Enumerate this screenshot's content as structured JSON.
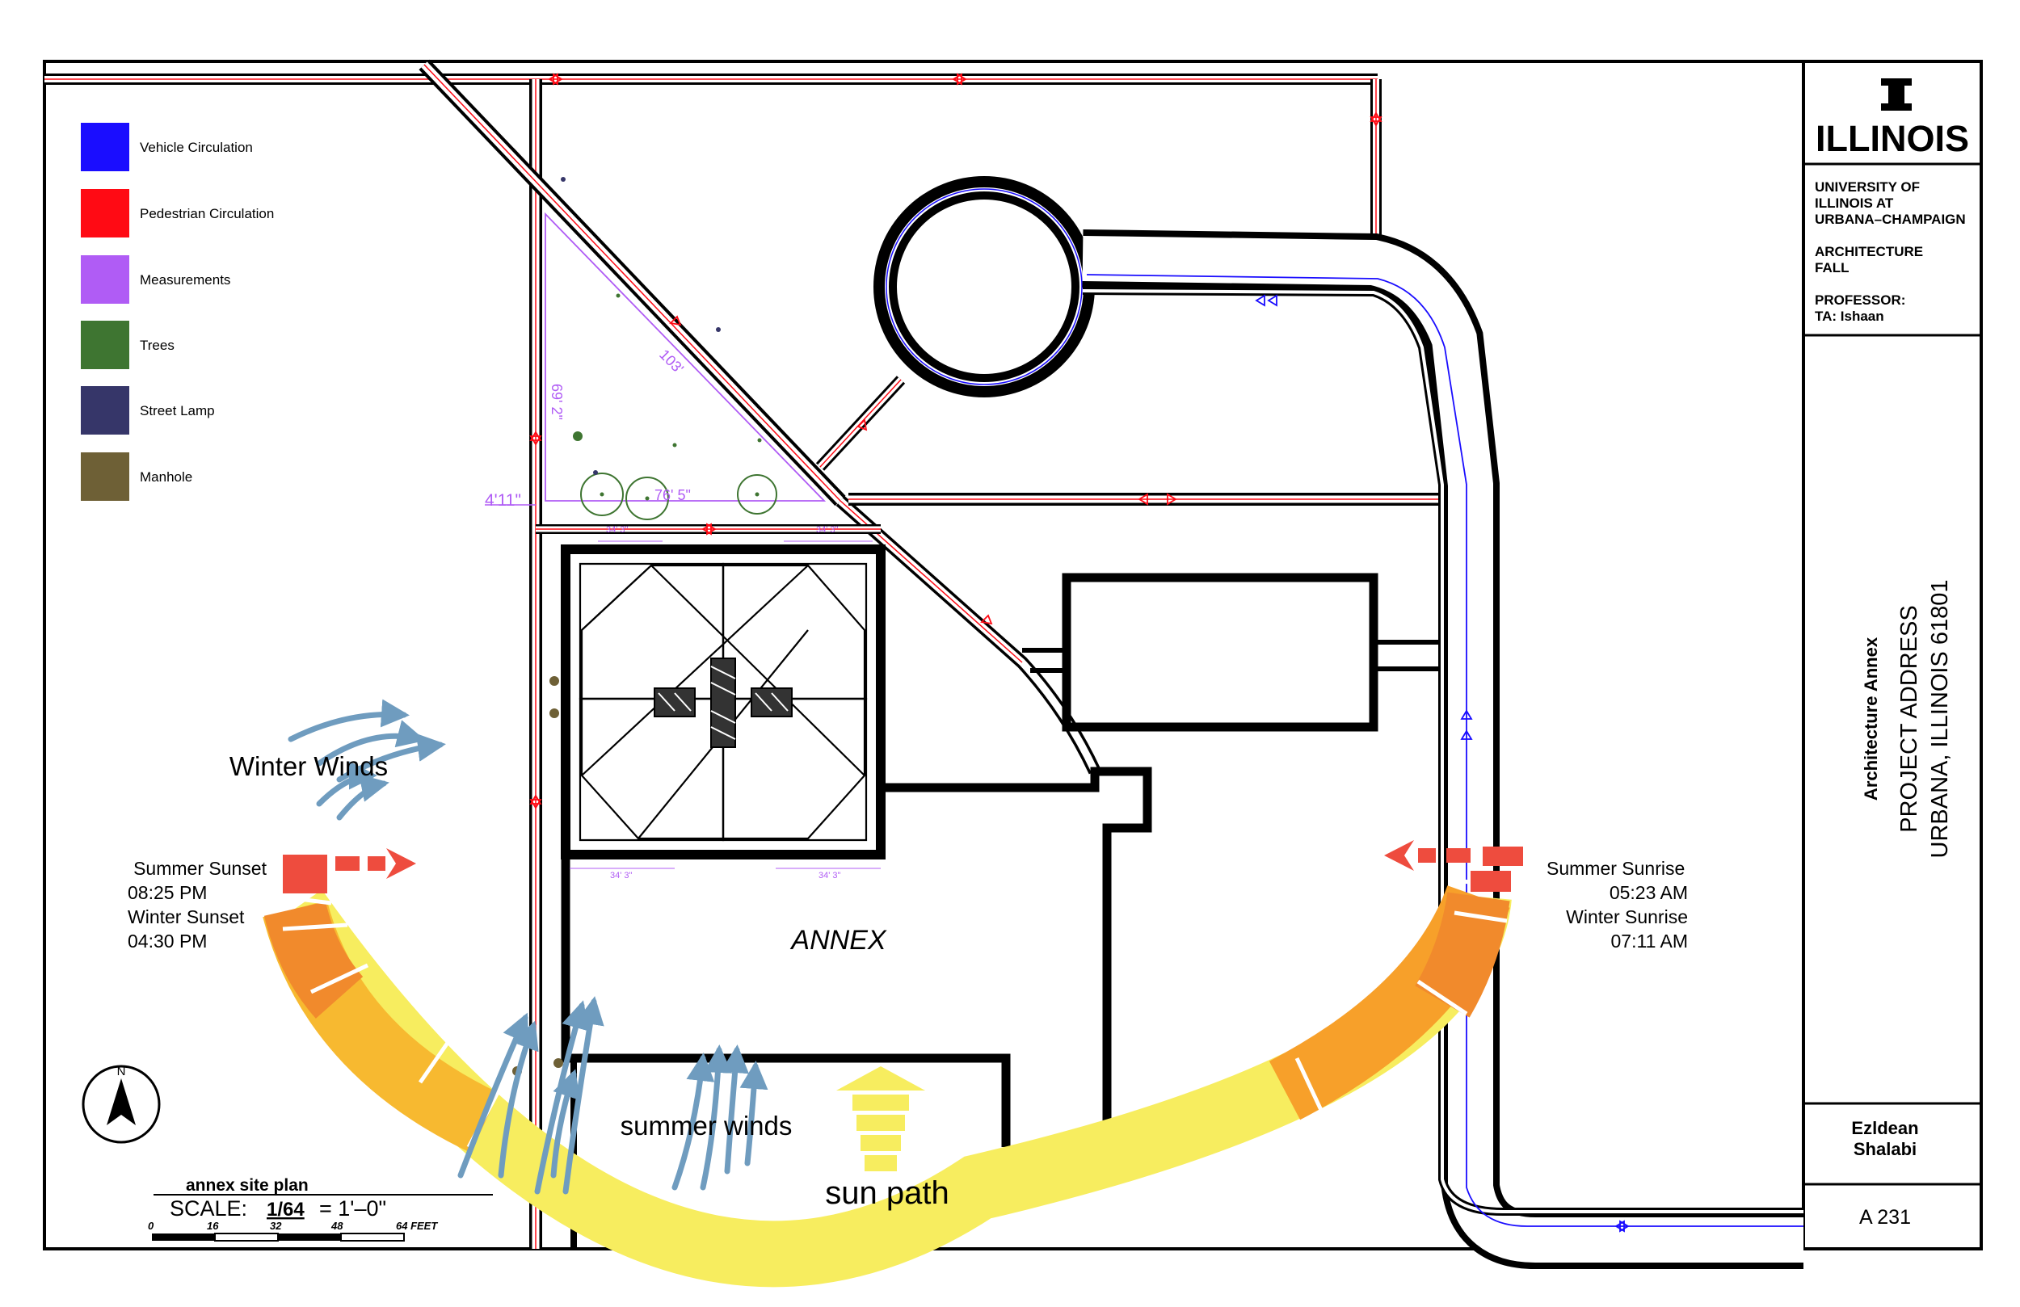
{
  "legend": {
    "items": [
      {
        "label": "Vehicle Circulation",
        "color": "#1a0dff"
      },
      {
        "label": "Pedestrian Circulation",
        "color": "#ff0a14"
      },
      {
        "label": "Measurements",
        "color": "#b05cf5"
      },
      {
        "label": "Trees",
        "color": "#3e7531"
      },
      {
        "label": "Street Lamp",
        "color": "#363669"
      },
      {
        "label": "Manhole",
        "color": "#6e6036"
      }
    ]
  },
  "dimensions": {
    "d1": "69' 2\"",
    "d2": "103'",
    "d3": "76' 5\"",
    "d4": "4'11\"",
    "d5": "34' 3\"",
    "d6": "34' 3\"",
    "d7": "34' 3\"",
    "d8": "34' 3\""
  },
  "labels": {
    "annex": "ANNEX",
    "winter_winds": "Winter Winds",
    "summer_winds": "summer winds",
    "sun_path": "sun path"
  },
  "sunset": {
    "l1": "Summer Sunset",
    "l2": "08:25 PM",
    "l3": "Winter Sunset",
    "l4": "04:30 PM"
  },
  "sunrise": {
    "l1": "Summer Sunrise",
    "l2": "05:23 AM",
    "l3": "Winter Sunrise",
    "l4": "07:11 AM"
  },
  "compass": {
    "letter": "N"
  },
  "scale": {
    "title": "annex site plan",
    "label": "SCALE:",
    "ratio": "1/64",
    "equals": "= 1'–0\"",
    "ticks": [
      "0",
      "16",
      "32",
      "48",
      "64 FEET"
    ]
  },
  "titleblock": {
    "logo_mark": "I",
    "logo_text": "ILLINOIS",
    "uni1": "UNIVERSITY OF",
    "uni2": "ILLINOIS AT",
    "uni3": "URBANA–CHAMPAIGN",
    "dept1": "ARCHITECTURE",
    "dept2": "FALL",
    "prof": "PROFESSOR:",
    "ta": "TA: Ishaan",
    "project": "Architecture Annex",
    "address1": "PROJECT ADDRESS",
    "address2": "URBANA, ILLINOIS 61801",
    "name1": "Ezldean",
    "name2": "Shalabi",
    "sheet": "A 231"
  }
}
